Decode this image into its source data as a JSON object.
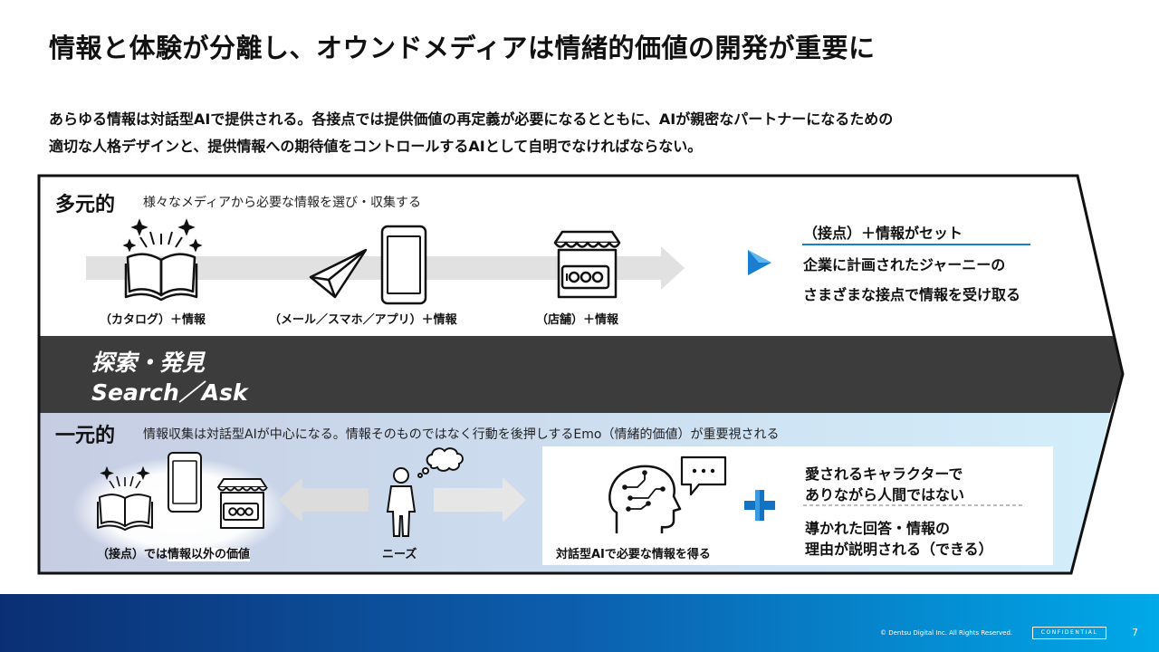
{
  "title": "情報と体験が分離し、オウンドメディアは情緒的価値の開発が重要に",
  "lead": [
    "あらゆる情報は対話型AIで提供される。各接点では提供価値の再定義が必要になるとともに、AIが親密なパートナーになるための",
    "適切な人格デザインと、提供情報への期待値をコントロールするAIとして自明でなければならない。"
  ],
  "top_section": {
    "label": "多元的",
    "description": "様々なメディアから必要な情報を選び・収集する",
    "captions": [
      "（カタログ）＋情報",
      "（メール／スマホ／アプリ）＋情報",
      "（店舗）＋情報"
    ],
    "result_heading": "（接点）＋情報がセット",
    "result_lines": [
      "企業に計画されたジャーニーの",
      "さまざまな接点で情報を受け取る"
    ]
  },
  "band": {
    "line1": "探索・発見",
    "line2": "Search／Ask"
  },
  "bottom_section": {
    "label": "一元的",
    "description": "情報収集は対話型AIが中心になる。情報そのものではなく行動を後押しするEmo（情緒的価値）が重要視される",
    "left_caption_prefix": "（接点）では",
    "left_caption_highlight": "情報以外の価値",
    "needs_caption": "ニーズ",
    "ai_caption": "対話型AIで必要な情報を得る",
    "right_block1": [
      "愛されるキャラクターで",
      "ありながら人間ではない"
    ],
    "right_block2": [
      "導かれた回答・情報の",
      "理由が説明される（できる）"
    ]
  },
  "footer": {
    "copyright": "© Dentsu Digital Inc. All Rights Reserved.",
    "confidential": "CONFIDENTIAL",
    "page": "7"
  },
  "colors": {
    "band": "#3c3c3c",
    "accent_blue": "#1a7ed1",
    "plus_blue": "#1273c5",
    "footer_start": "#0b2f73",
    "footer_end": "#00a9e8"
  }
}
